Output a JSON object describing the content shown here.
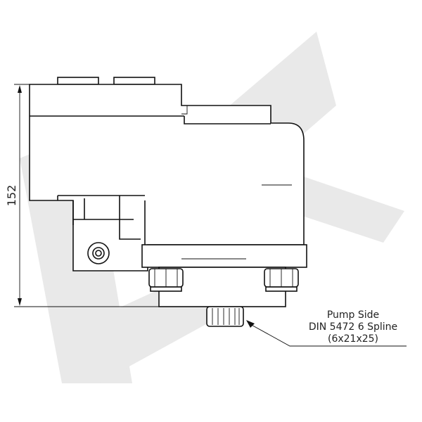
{
  "drawing": {
    "dimension_height": "152",
    "callout": {
      "line1": "Pump Side",
      "line2": "DIN 5472 6 Spline",
      "line3": "(6x21x25)"
    },
    "colors": {
      "line": "#111111",
      "watermark": "#e9e9e9",
      "background": "#ffffff"
    }
  }
}
